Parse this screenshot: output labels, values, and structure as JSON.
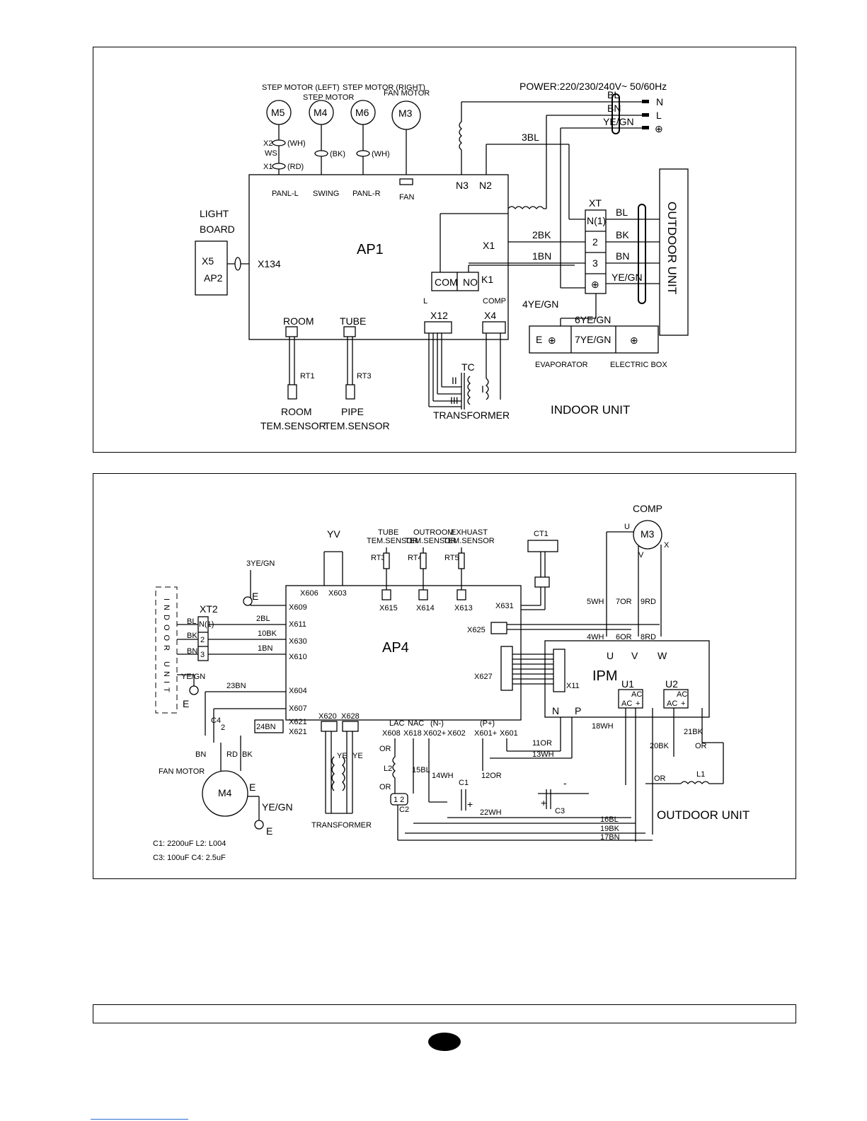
{
  "indoor": {
    "power": "POWER:220/230/240V~ 50/60Hz",
    "motors": [
      {
        "name": "M5",
        "caption": "STEP MOTOR (LEFT)",
        "port": "PANL-L"
      },
      {
        "name": "M4",
        "caption": "STEP MOTOR",
        "port": "SWING"
      },
      {
        "name": "M6",
        "caption": "STEP MOTOR (RIGHT)",
        "port": "PANL-R"
      },
      {
        "name": "M3",
        "caption": "FAN MOTOR",
        "port": "FAN"
      }
    ],
    "connectors": {
      "x2": "X2",
      "x1": "X1",
      "wh": "(WH)",
      "rd": "(RD)",
      "bk": "(BK)",
      "ws": "WS"
    },
    "board": "AP1",
    "light_board": {
      "line1": "LIGHT",
      "line2": "BOARD",
      "x5": "X5",
      "ap2": "AP2",
      "x134": "X134"
    },
    "n3": "N3",
    "n2": "N2",
    "wire_3bl": "3BL",
    "supply": {
      "bl": "BL",
      "bn": "BN",
      "yegn": "YE/GN",
      "n": "N",
      "l": "L",
      "pe": "⊕"
    },
    "x1_label": "X1",
    "relay": {
      "com": "COM",
      "no": "NO",
      "k1": "K1",
      "comp": "COMP",
      "l": "L"
    },
    "wire_2bk": "2BK",
    "wire_1bn": "1BN",
    "wire_4yegn": "4YE/GN",
    "xt": {
      "label": "XT",
      "t1": "N(1)",
      "t2": "2",
      "t3": "3",
      "pe": "⊕",
      "bl": "BL",
      "bk": "BK",
      "bn": "BN",
      "yegn": "YE/GN"
    },
    "outdoor_unit": "OUTDOOR UNIT",
    "room": "ROOM",
    "tube": "TUBE",
    "rt1": "RT1",
    "rt3": "RT3",
    "room_sensor": {
      "l1": "ROOM",
      "l2": "TEM.SENSOR"
    },
    "pipe_sensor": {
      "l1": "PIPE",
      "l2": "TEM.SENSOR"
    },
    "x12": "X12",
    "x4": "X4",
    "tc": "TC",
    "ii": "II",
    "iii": "III",
    "i": "I",
    "transformer": "TRANSFORMER",
    "evaporator": {
      "e": "E",
      "label": "EVAPORATOR"
    },
    "electric_box": "ELECTRIC BOX",
    "wire_6yegn": "6YE/GN",
    "wire_7yegn": "7YE/GN",
    "indoor_unit": "INDOOR UNIT"
  },
  "outdoor": {
    "board": "AP4",
    "comp": "COMP",
    "m3": "M3",
    "u": "U",
    "v": "V",
    "x": "X",
    "yv": "YV",
    "x606": "X606",
    "x603": "X603",
    "sensors": [
      {
        "cap1": "TUBE",
        "cap2": "TEM.SENSOR",
        "rt": "RT3",
        "port": "X615"
      },
      {
        "cap1": "OUTROOM",
        "cap2": "TEM.SENSOR",
        "rt": "RT4",
        "port": "X614"
      },
      {
        "cap1": "EXHUAST",
        "cap2": "TEM.SENSOR",
        "rt": "RT5",
        "port": "X613"
      }
    ],
    "ct1": "CT1",
    "x631": "X631",
    "x625": "X625",
    "x627": "X627",
    "wires_top": [
      "5WH",
      "7OR",
      "9RD",
      "4WH",
      "6OR",
      "8RD"
    ],
    "ipm": {
      "label": "IPM",
      "u": "U",
      "v": "V",
      "w": "W",
      "n": "N",
      "p": "P",
      "x11": "X11"
    },
    "u1": "U1",
    "u2": "U2",
    "ac": "AC",
    "minus": "-",
    "plus": "+",
    "left_ports": [
      "X609",
      "X611",
      "X630",
      "X610",
      "X604",
      "X607",
      "X621",
      "X621"
    ],
    "wire_3yegn": "3YE/GN",
    "e": "E",
    "indoor_unit": "INDOOR UNIT",
    "xt2": {
      "label": "XT2",
      "t1": "N(1)",
      "t2": "2",
      "t3": "3",
      "bl": "BL",
      "bk": "BK",
      "bn": "BN",
      "yegn": "YE/GN"
    },
    "wire_2bl": "2BL",
    "wire_10bk": "10BK",
    "wire_1bn": "1BN",
    "wire_23bn": "23BN",
    "wire_24bn": "24BN",
    "c4": "C4",
    "c4_2": "2",
    "fan_bn": "BN",
    "fan_rd": "RD",
    "fan_bk": "BK",
    "fan_motor": "FAN MOTOR",
    "m4": "M4",
    "fan_yegn": "YE/GN",
    "x620": "X620",
    "x628": "X628",
    "ye1": "YE",
    "ye2": "YE",
    "transformer": "TRANSFORMER",
    "bottom_ports": [
      "LAC",
      "NAC",
      "(N-)",
      "(P+)"
    ],
    "bottom_ports2": [
      "X608",
      "X618",
      "X602+",
      "X602",
      "X601+",
      "X601"
    ],
    "l2": "L2",
    "or1": "OR",
    "or2": "OR",
    "c2": "C2",
    "c2_pins": "1 2",
    "wire_15bl": "15BL",
    "wire_14wh": "14WH",
    "c1": "C1",
    "wire_12or": "12OR",
    "wire_22wh": "22WH",
    "wire_11or": "11OR",
    "wire_13wh": "13WH",
    "wire_18wh": "18WH",
    "wire_20bk": "20BK",
    "wire_21bk": "21BK",
    "or3": "OR",
    "or4": "OR",
    "l1": "L1",
    "c3": "C3",
    "wire_16bl": "16BL",
    "wire_19bk": "19BK",
    "wire_17bn": "17BN",
    "outdoor_unit": "OUTDOOR UNIT",
    "legend1": "C1: 2200uF L2: L004",
    "legend2": "C3: 100uF  C4: 2.5uF"
  }
}
